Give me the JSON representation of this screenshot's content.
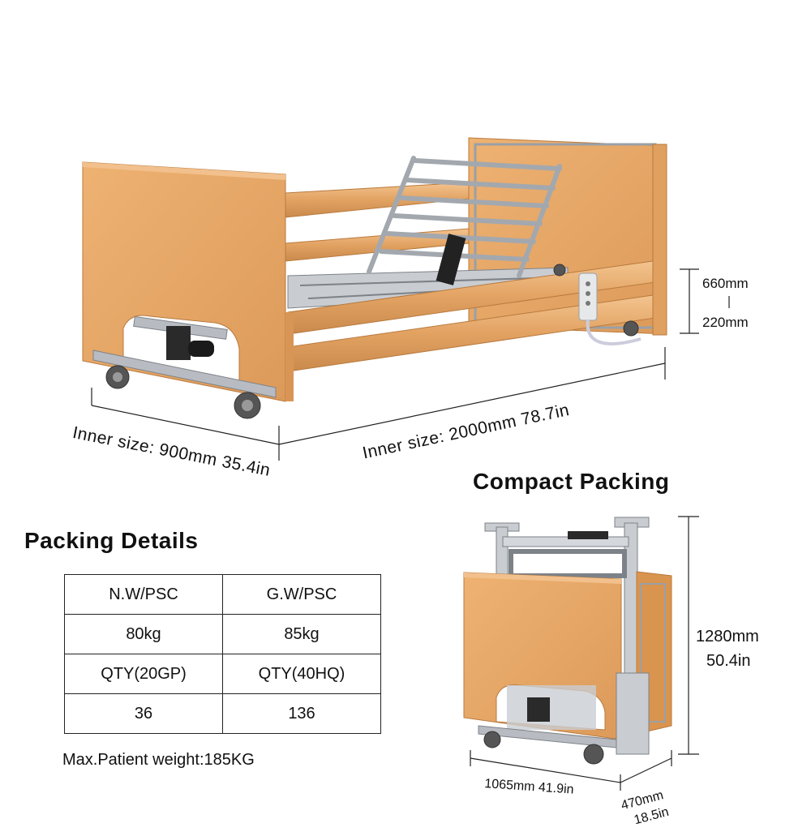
{
  "bed_dimensions": {
    "height_high": "660mm",
    "height_low": "220mm",
    "inner_width": "Inner size: 900mm 35.4in",
    "inner_length": "Inner size: 2000mm 78.7in"
  },
  "compact": {
    "title": "Compact Packing",
    "height_mm": "1280mm",
    "height_in": "50.4in",
    "width": "1065mm 41.9in",
    "depth_mm": "470mm",
    "depth_in": "18.5in"
  },
  "packing": {
    "title": "Packing Details",
    "rows": [
      [
        "N.W/PSC",
        "G.W/PSC"
      ],
      [
        "80kg",
        "85kg"
      ],
      [
        "QTY(20GP)",
        "QTY(40HQ)"
      ],
      [
        "36",
        "136"
      ]
    ],
    "max_weight": "Max.Patient weight:185KG"
  },
  "colors": {
    "wood": "#e8a868",
    "wood_dark": "#c98a4c",
    "wood_light": "#f2c08c",
    "metal": "#b8bcc2",
    "metal_dark": "#7d8288"
  }
}
